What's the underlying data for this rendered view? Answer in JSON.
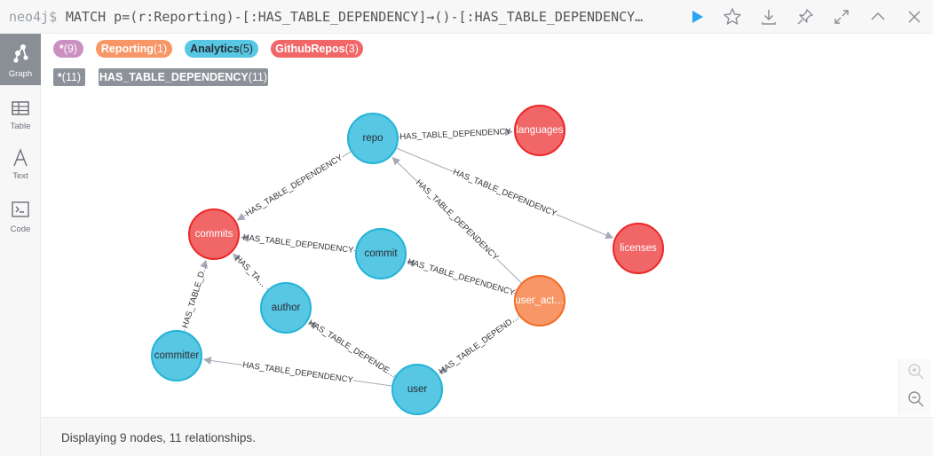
{
  "editor": {
    "prompt": "neo4j$",
    "query": "MATCH p=(r:Reporting)-[:HAS_TABLE_DEPENDENCY]→()-[:HAS_TABLE_DEPENDENCY…"
  },
  "toolbar": {
    "icons": [
      "play-icon",
      "star-icon",
      "download-icon",
      "pin-icon",
      "expand-icon",
      "collapse-icon",
      "close-icon"
    ]
  },
  "sidebar": {
    "items": [
      {
        "label": "Graph",
        "icon": "graph-icon",
        "active": true
      },
      {
        "label": "Table",
        "icon": "table-icon",
        "active": false
      },
      {
        "label": "Text",
        "icon": "text-icon",
        "active": false
      },
      {
        "label": "Code",
        "icon": "code-icon",
        "active": false
      }
    ]
  },
  "labels": [
    {
      "name": "*",
      "count": "(9)",
      "bg": "#c990c0",
      "color": "#ffffff"
    },
    {
      "name": "Reporting",
      "count": "(1)",
      "bg": "#f79767",
      "color": "#ffffff"
    },
    {
      "name": "Analytics",
      "count": "(5)",
      "bg": "#57c7e3",
      "color": "#2a2c34"
    },
    {
      "name": "GithubRepos",
      "count": "(3)",
      "bg": "#f16667",
      "color": "#ffffff"
    }
  ],
  "relationship_types": [
    {
      "name": "*",
      "count": "(11)"
    },
    {
      "name": "HAS_TABLE_DEPENDENCY",
      "count": "(11)"
    }
  ],
  "graph": {
    "colors": {
      "Analytics": {
        "fill": "#57c7e3",
        "stroke": "#23b3d7",
        "text": "#2a2c34"
      },
      "GithubRepos": {
        "fill": "#f16667",
        "stroke": "#eb2728",
        "text": "#ffffff"
      },
      "Reporting": {
        "fill": "#f79767",
        "stroke": "#f36924",
        "text": "#ffffff"
      }
    },
    "nodes": [
      {
        "id": "repo",
        "label": "repo",
        "type": "Analytics"
      },
      {
        "id": "languages",
        "label": "languages",
        "type": "GithubRepos"
      },
      {
        "id": "commits",
        "label": "commits",
        "type": "GithubRepos"
      },
      {
        "id": "commit",
        "label": "commit",
        "type": "Analytics"
      },
      {
        "id": "licenses",
        "label": "licenses",
        "type": "GithubRepos"
      },
      {
        "id": "author",
        "label": "author",
        "type": "Analytics"
      },
      {
        "id": "user_act",
        "label": "user_act…",
        "type": "Reporting"
      },
      {
        "id": "committer",
        "label": "committer",
        "type": "Analytics"
      },
      {
        "id": "user",
        "label": "user",
        "type": "Analytics"
      }
    ],
    "edges": [
      {
        "from": "repo",
        "to": "languages",
        "label": "HAS_TABLE_DEPENDENCY"
      },
      {
        "from": "repo",
        "to": "licenses",
        "label": "HAS_TABLE_DEPENDENCY"
      },
      {
        "from": "repo",
        "to": "commits",
        "label": "HAS_TABLE_DEPENDENCY"
      },
      {
        "from": "commit",
        "to": "commits",
        "label": "HAS_TABLE_DEPENDENCY"
      },
      {
        "from": "author",
        "to": "commits",
        "label": "HAS_TA…"
      },
      {
        "from": "committer",
        "to": "commits",
        "label": "HAS_TABLE_D…"
      },
      {
        "from": "user_act",
        "to": "repo",
        "label": "HAS_TABLE_DEPENDENCY"
      },
      {
        "from": "user_act",
        "to": "commit",
        "label": "HAS_TABLE_DEPENDENCY"
      },
      {
        "from": "user_act",
        "to": "user",
        "label": "HAS_TABLE_DEPEND…"
      },
      {
        "from": "user",
        "to": "author",
        "label": "HAS_TABLE_DEPENDE…"
      },
      {
        "from": "user",
        "to": "committer",
        "label": "HAS_TABLE_DEPENDENCY"
      }
    ]
  },
  "zoom": {
    "icons": [
      "zoom-in-icon",
      "zoom-out-icon"
    ]
  },
  "status": {
    "text": "Displaying 9 nodes, 11 relationships."
  }
}
